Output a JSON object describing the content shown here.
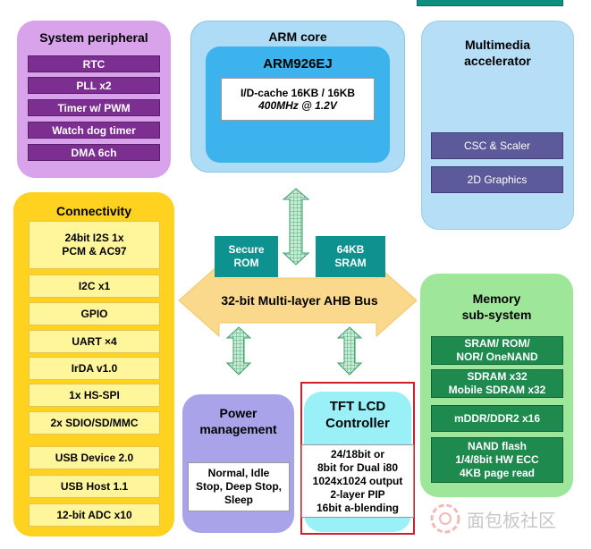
{
  "system_peripheral": {
    "title": "System peripheral",
    "items": [
      "RTC",
      "PLL x2",
      "Timer w/ PWM",
      "Watch dog timer",
      "DMA 6ch"
    ]
  },
  "arm_core": {
    "title": "ARM core",
    "cpu": "ARM926EJ",
    "cache": "I/D-cache 16KB / 16KB",
    "speed": "400MHz @ 1.2V"
  },
  "multimedia": {
    "title_line1": "Multimedia",
    "title_line2": "accelerator",
    "items": [
      "CSC & Scaler",
      "2D Graphics"
    ]
  },
  "connectivity": {
    "title": "Connectivity",
    "i2s_line1": "24bit I2S 1x",
    "i2s_line2": "PCM & AC97",
    "items": [
      "I2C x1",
      "GPIO",
      "UART ×4",
      "IrDA v1.0",
      "1x HS-SPI",
      "2x SDIO/SD/MMC",
      "USB Device 2.0",
      "USB Host 1.1",
      "12-bit ADC x10"
    ]
  },
  "secure_rom": {
    "line1": "Secure",
    "line2": "ROM"
  },
  "sram": {
    "line1": "64KB",
    "line2": "SRAM"
  },
  "bus": {
    "label": "32-bit Multi-layer AHB Bus"
  },
  "memory": {
    "title_line1": "Memory",
    "title_line2": "sub-system",
    "sram_rom": [
      "SRAM/ ROM/",
      "NOR/ OneNAND"
    ],
    "sdram": [
      "SDRAM x32",
      "Mobile SDRAM x32"
    ],
    "ddr": "mDDR/DDR2 x16",
    "nand": [
      "NAND flash",
      "1/4/8bit HW ECC",
      "4KB page read"
    ]
  },
  "power": {
    "title_line1": "Power",
    "title_line2": "management",
    "modes": [
      "Normal, Idle",
      "Stop, Deep Stop,",
      "Sleep"
    ]
  },
  "tft": {
    "title_line1": "TFT LCD",
    "title_line2": "Controller",
    "features": [
      "24/18bit or",
      "8bit for Dual i80",
      "1024x1024 output",
      "2-layer PIP",
      "16bit a-blending"
    ]
  },
  "watermark": {
    "text": "面包板社区"
  },
  "colors": {
    "system_peripheral_bg": "#d9a3ec",
    "arm_core_bg": "#aedcf7",
    "multimedia_bg": "#b7def7",
    "connectivity_bg": "#ffd21f",
    "memory_bg": "#9ee79a",
    "power_bg": "#a9a4ea",
    "tft_bg": "#99f1f7",
    "bus_arrow": "#fbd98c",
    "teal": "#0e928f",
    "highlight_border": "#d01f2a"
  }
}
